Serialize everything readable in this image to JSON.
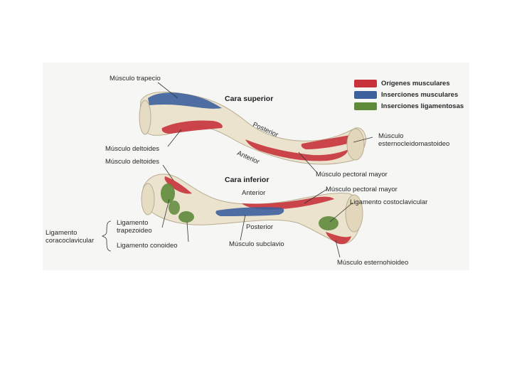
{
  "legend": [
    {
      "label": "Orígenes musculares",
      "color": "#c8323a"
    },
    {
      "label": "Inserciones musculares",
      "color": "#3d5f9c"
    },
    {
      "label": "Inserciones ligamentosas",
      "color": "#5e8a3a"
    }
  ],
  "views": {
    "superior": {
      "title": "Cara superior"
    },
    "inferior": {
      "title": "Cara inferior"
    }
  },
  "labels": {
    "musculo_trapecio": "Músculo trapecio",
    "posterior_top": "Posterior",
    "anterior_top": "Anterior",
    "musculo_deltoides_top": "Músculo deltoides",
    "musculo_deltoides_bottom": "Músculo deltoides",
    "scm_line1": "Músculo",
    "scm_line2": "esternocleidomastoideo",
    "pectoral_mayor_top": "Músculo pectoral mayor",
    "pectoral_mayor_bottom": "Músculo pectoral mayor",
    "anterior_bottom": "Anterior",
    "ligamento_costoclavicular": "Ligamento costoclavicular",
    "posterior_bottom": "Posterior",
    "ligamento_trapezoideo_1": "Ligamento",
    "ligamento_trapezoideo_2": "trapezoideo",
    "ligamento_conoideo": "Ligamento conoideo",
    "ligamento_coracoclavicular_1": "Ligamento",
    "ligamento_coracoclavicular_2": "coracoclavicular",
    "musculo_subclavio": "Músculo subclavio",
    "musculo_esternohioideo": "Músculo esternohioideo"
  }
}
